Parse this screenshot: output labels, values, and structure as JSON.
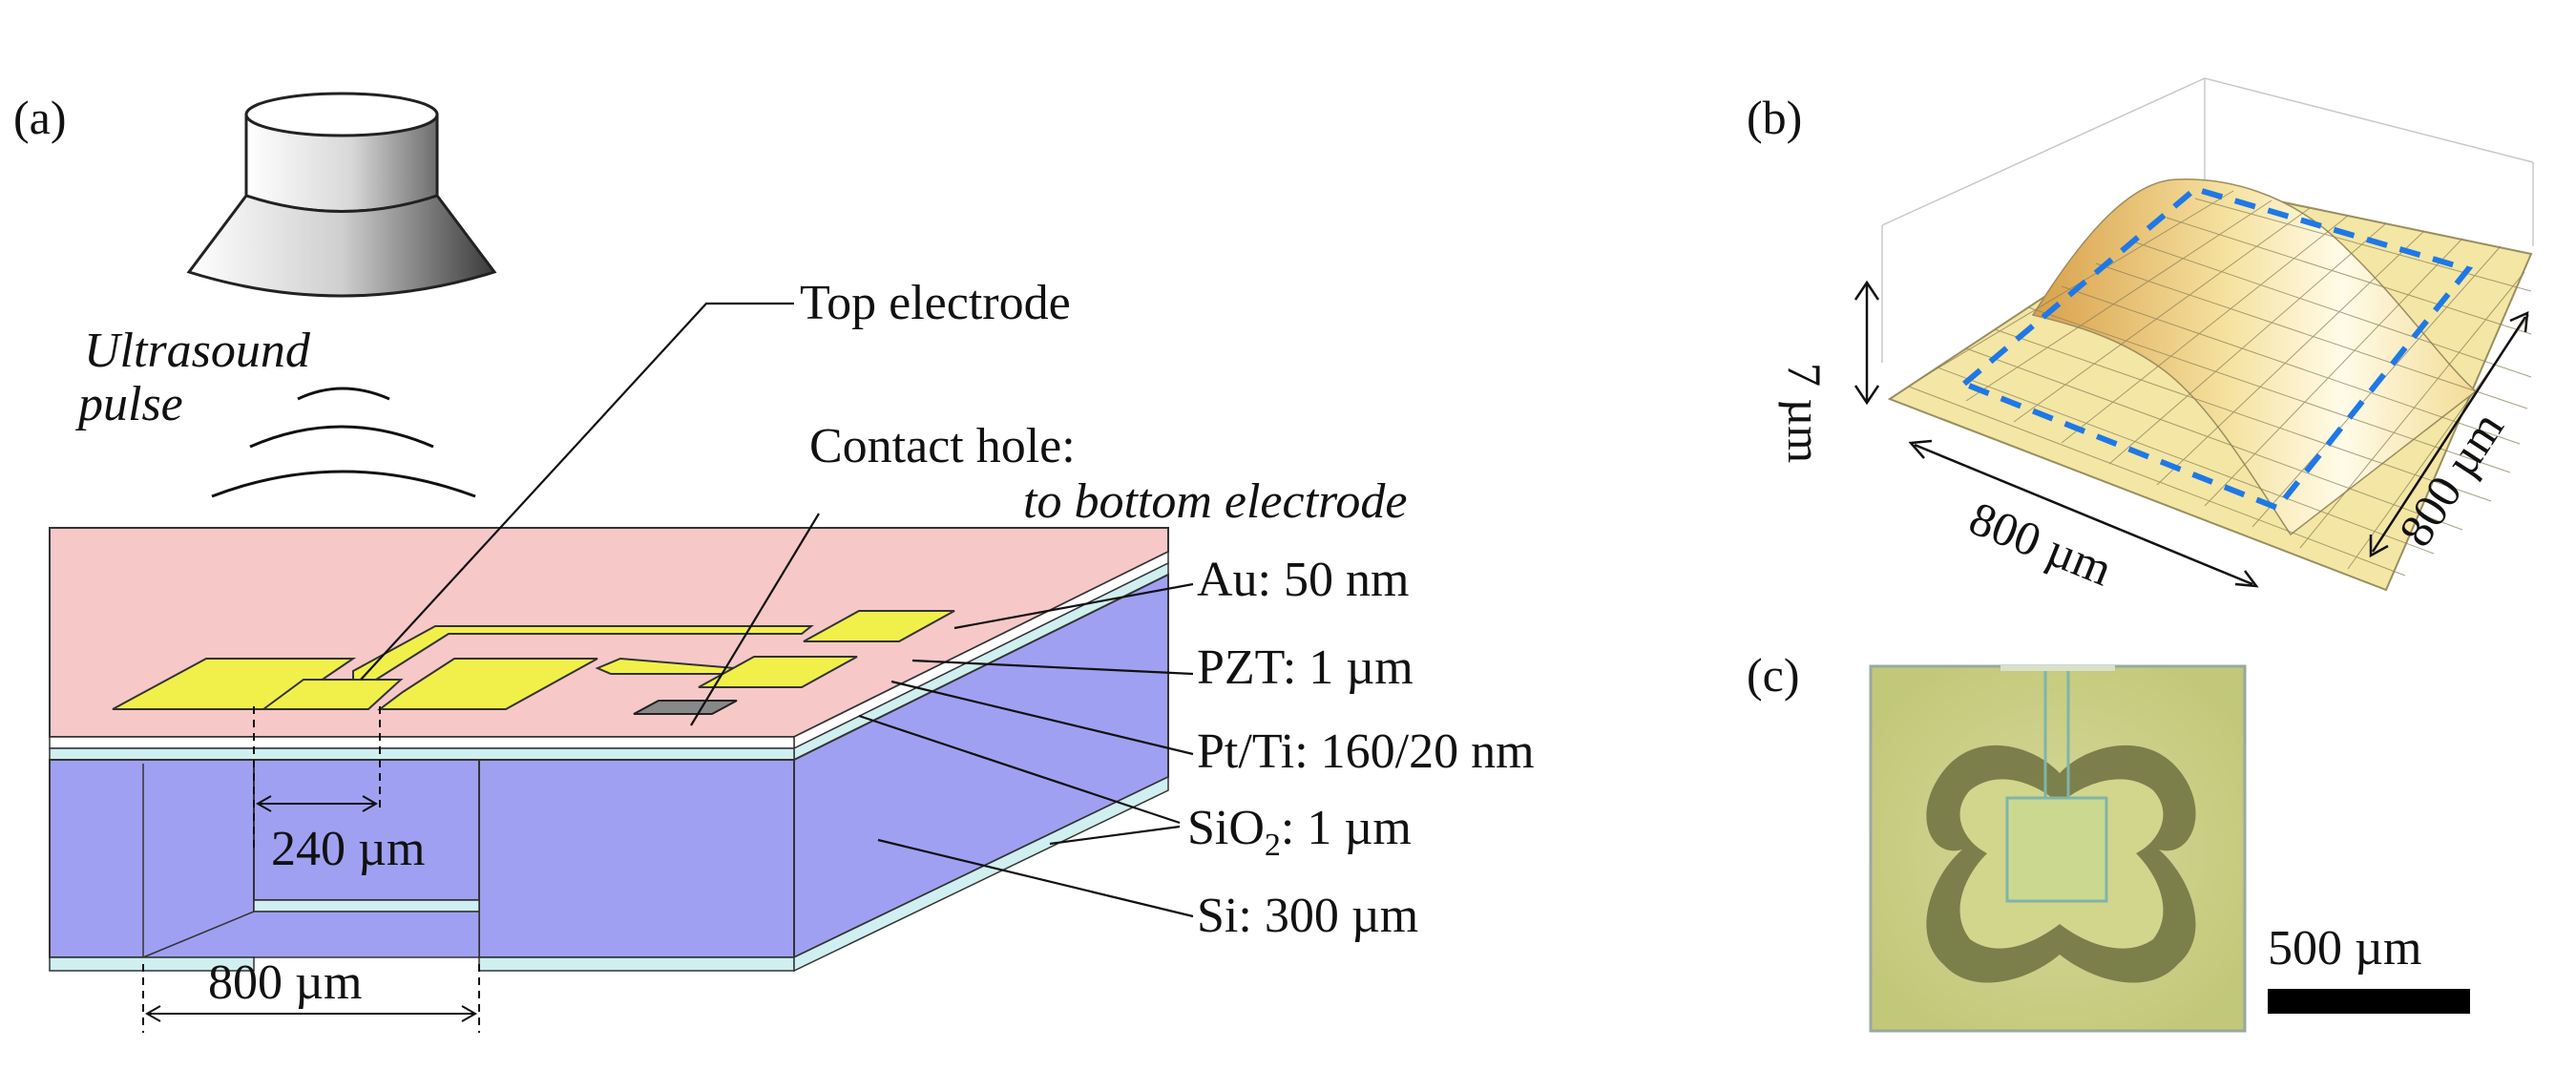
{
  "panels": {
    "a": {
      "label": "(a)"
    },
    "b": {
      "label": "(b)"
    },
    "c": {
      "label": "(c)"
    }
  },
  "diagram_a": {
    "ultrasound_line1": "Ultrasound",
    "ultrasound_line2": "pulse",
    "top_electrode": "Top electrode",
    "contact_hole_line1": "Contact hole:",
    "contact_hole_line2": "to bottom electrode",
    "layers": [
      {
        "name": "Au",
        "thickness": "50 nm",
        "color": "#f1f04a"
      },
      {
        "name": "PZT",
        "thickness": "1 µm",
        "color": "#f7c8c8"
      },
      {
        "name": "Pt/Ti",
        "thickness": "160/20 nm",
        "color": "#ffffff"
      },
      {
        "name": "SiO2",
        "thickness": "1 µm",
        "color": "#cfeff0"
      },
      {
        "name": "Si",
        "thickness": "300 µm",
        "color": "#a0a0f2"
      }
    ],
    "label_au": "Au: 50 nm",
    "label_pzt": "PZT: 1 µm",
    "label_ptti": "Pt/Ti: 160/20 nm",
    "label_sio2_prefix": "SiO",
    "label_sio2_sub": "2",
    "label_sio2_suffix": ": 1 µm",
    "label_si": "Si: 300 µm",
    "dim_electrode": "240 µm",
    "dim_cavity": "800 µm"
  },
  "panel_b": {
    "z_dim": "7 µm",
    "x_dim": "800 µm",
    "y_dim": "800 µm",
    "dashed_color": "#1e78e6",
    "surface_color": "#f5e6a0"
  },
  "panel_c": {
    "scale_bar": "500 µm",
    "chip_color": "#c9cf7a"
  }
}
